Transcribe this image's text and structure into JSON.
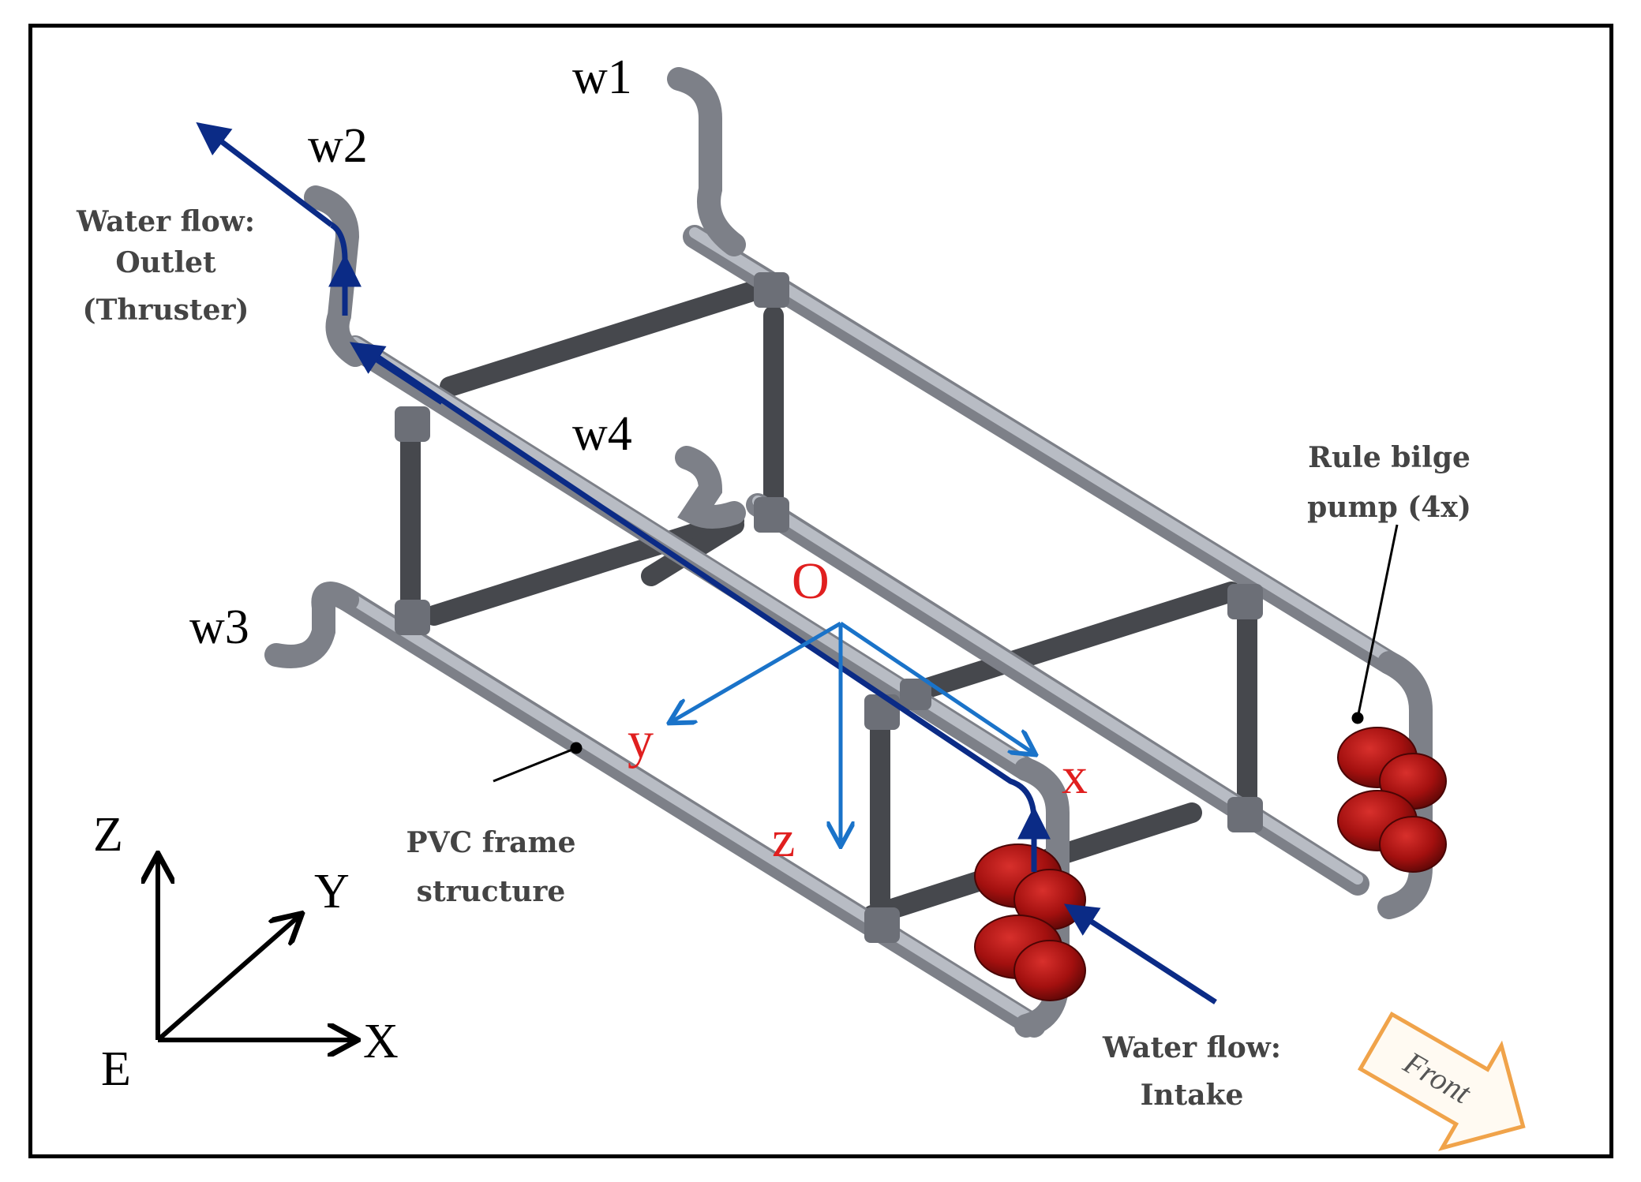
{
  "colors": {
    "pipe_light": "#9a9ea6",
    "pipe_dark": "#46484d",
    "pump_red": "#a3100f",
    "flow_arrow": "#0b2b86",
    "body_axes": "#1a73c9",
    "body_axis_label": "#e01f1f",
    "earth_axes": "#000000",
    "front_arrow": "#f0a34a"
  },
  "labels": {
    "w1": "w1",
    "w2": "w2",
    "w3": "w3",
    "w4": "w4",
    "outlet_line1": "Water flow:",
    "outlet_line2": "Outlet",
    "outlet_line3": "(Thruster)",
    "pump_line1": "Rule bilge",
    "pump_line2": "pump (4x)",
    "frame_line1": "PVC frame",
    "frame_line2": "structure",
    "intake_line1": "Water flow:",
    "intake_line2": "Intake",
    "front": "Front"
  },
  "body_frame": {
    "origin": "O",
    "x": "x",
    "y": "y",
    "z": "z"
  },
  "earth_frame": {
    "origin": "E",
    "X": "X",
    "Y": "Y",
    "Z": "Z"
  }
}
